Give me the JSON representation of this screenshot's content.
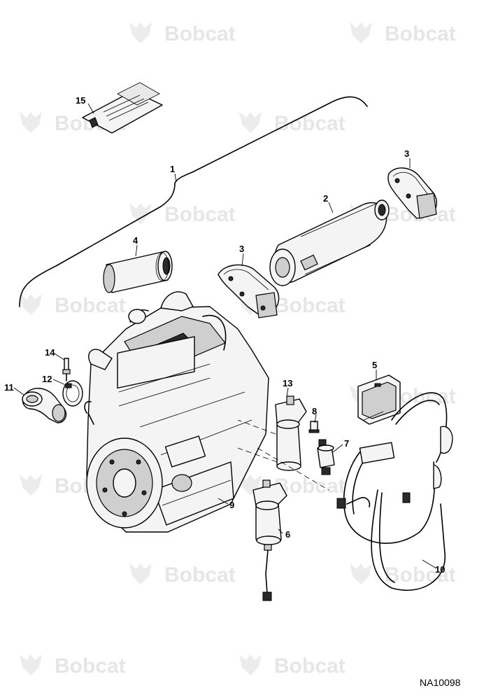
{
  "watermark": {
    "brand": "Bobcat",
    "logo_icon": "bobcat-head-icon"
  },
  "callouts": {
    "c1": "1",
    "c2": "2",
    "c3a": "3",
    "c3b": "3",
    "c4": "4",
    "c5": "5",
    "c6": "6",
    "c7": "7",
    "c8": "8",
    "c9": "9",
    "c10": "10",
    "c11": "11",
    "c12": "12",
    "c13": "13",
    "c14": "14",
    "c15": "15"
  },
  "document_id": "NA10098"
}
